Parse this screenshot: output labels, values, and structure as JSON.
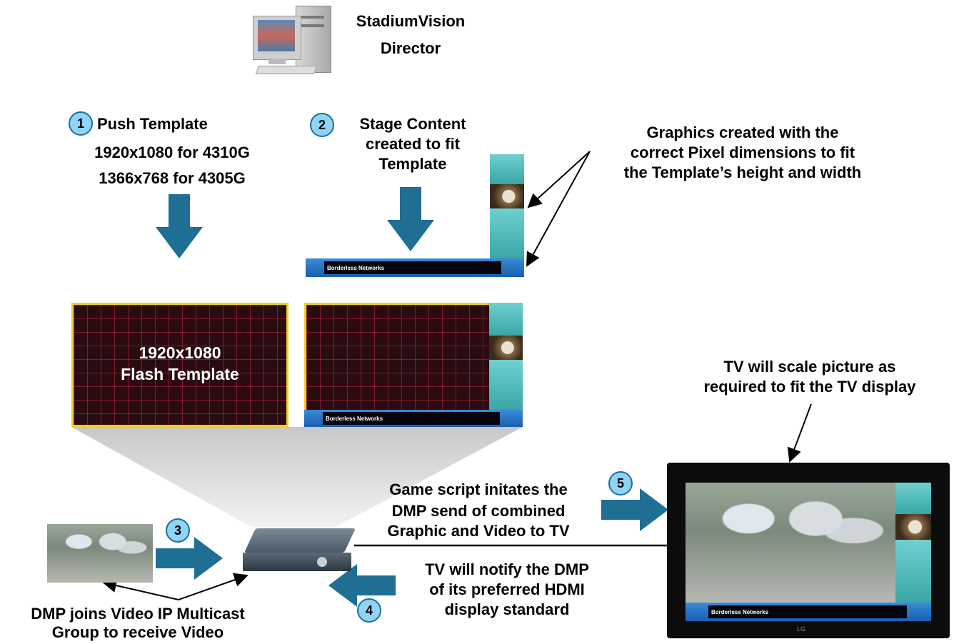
{
  "director": {
    "label_line1": "StadiumVision",
    "label_line2": "Director"
  },
  "step1": {
    "number": "1",
    "line1": "Push Template",
    "line2": "1920x1080  for 4310G",
    "line3": "1366x768  for 4305G"
  },
  "step2": {
    "number": "2",
    "line1": "Stage Content",
    "line2": "created to fit",
    "line3": "Template"
  },
  "graphics_note": {
    "line1": "Graphics created with the",
    "line2": "correct Pixel dimensions  to fit",
    "line3": "the Template’s  height and width"
  },
  "flash_template": {
    "line1": "1920x1080",
    "line2": "Flash Template"
  },
  "ticker": {
    "text": "Borderless Networks"
  },
  "tv_note": {
    "line1": "TV will scale picture as",
    "line2": "required to fit the TV display"
  },
  "step3": {
    "number": "3"
  },
  "step4": {
    "number": "4",
    "line1": "TV will notify the DMP",
    "line2": "of its preferred HDMI",
    "line3": "display standard"
  },
  "step5": {
    "number": "5",
    "line1": "Game script initates the",
    "line2": "DMP send of combined",
    "line3": "Graphic and Video to TV"
  },
  "dmp_note": {
    "line1": "DMP joins Video IP Multicast",
    "line2": "Group to receive Video"
  },
  "tv": {
    "brand": "LG"
  },
  "colors": {
    "arrow": "#1f6f94",
    "step_circle": "#8fd3f5",
    "template_border": "#f0d020"
  }
}
